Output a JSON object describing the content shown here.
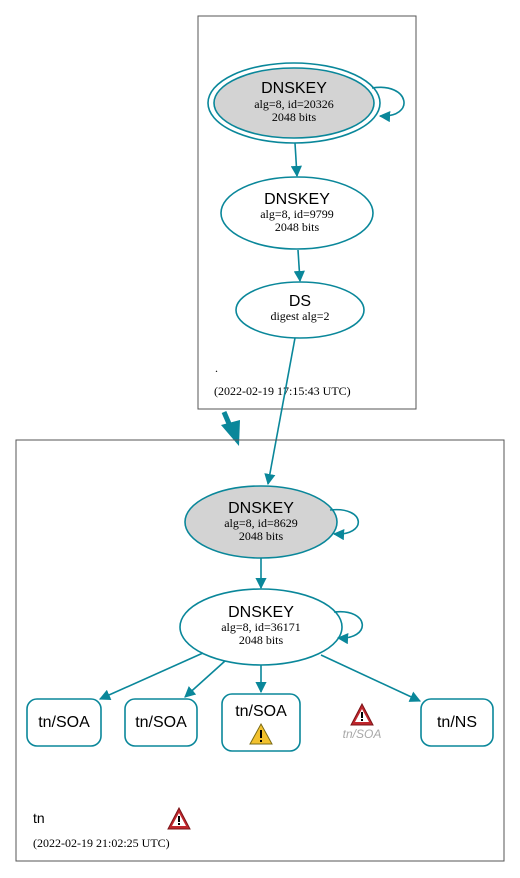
{
  "colors": {
    "edge": "#0a879a",
    "zone_border": "#555555",
    "ksk_fill": "#d3d3d3",
    "node_fill": "#ffffff",
    "text": "#000000",
    "muted": "#a8a8a8",
    "error": "#c0262c",
    "warning": "#f2c12e"
  },
  "root_zone": {
    "name": ".",
    "timestamp": "(2022-02-19 17:15:43 UTC)",
    "ksk": {
      "title": "DNSKEY",
      "line1": "alg=8, id=20326",
      "line2": "2048 bits"
    },
    "zsk": {
      "title": "DNSKEY",
      "line1": "alg=8, id=9799",
      "line2": "2048 bits"
    },
    "ds": {
      "title": "DS",
      "line1": "digest alg=2"
    }
  },
  "tn_zone": {
    "name": "tn",
    "timestamp": "(2022-02-19 21:02:25 UTC)",
    "ksk": {
      "title": "DNSKEY",
      "line1": "alg=8, id=8629",
      "line2": "2048 bits"
    },
    "zsk": {
      "title": "DNSKEY",
      "line1": "alg=8, id=36171",
      "line2": "2048 bits"
    },
    "records": {
      "soa1": "tn/SOA",
      "soa2": "tn/SOA",
      "soa3": "tn/SOA",
      "soa_missing": "tn/SOA",
      "ns": "tn/NS"
    }
  },
  "icons": {
    "error": "error-triangle-icon",
    "warning": "warning-triangle-icon"
  }
}
